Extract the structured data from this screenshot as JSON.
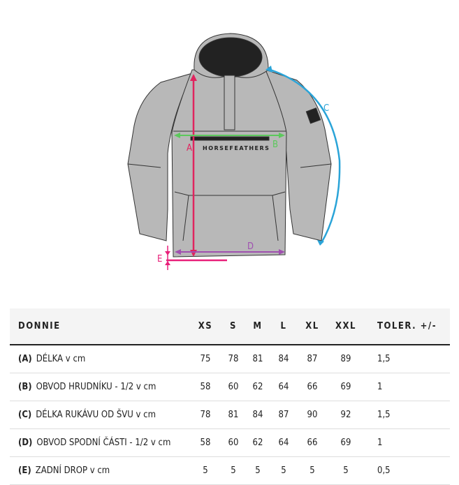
{
  "diagram": {
    "brand": "HORSEFEATHERS",
    "markers": {
      "a": "A",
      "b": "B",
      "c": "C",
      "d": "D",
      "e": "E"
    },
    "colors": {
      "a": "#e0245e",
      "b": "#5cc85c",
      "c": "#2aa4d8",
      "d": "#a050b0",
      "e": "#e8207a",
      "jacket": "#b8b8b8"
    }
  },
  "table": {
    "headers": [
      "DONNIE",
      "XS",
      "S",
      "M",
      "L",
      "XL",
      "XXL",
      "TOLER. +/-"
    ],
    "rows": [
      {
        "code": "(A)",
        "label": "DÉLKA v cm",
        "values": [
          "75",
          "78",
          "81",
          "84",
          "87",
          "89",
          "1,5"
        ]
      },
      {
        "code": "(B)",
        "label": "OBVOD HRUDNÍKU - 1/2 v cm",
        "values": [
          "58",
          "60",
          "62",
          "64",
          "66",
          "69",
          "1"
        ]
      },
      {
        "code": "(C)",
        "label": "DÉLKA RUKÁVU OD ŠVU v cm",
        "values": [
          "78",
          "81",
          "84",
          "87",
          "90",
          "92",
          "1,5"
        ]
      },
      {
        "code": "(D)",
        "label": "OBVOD SPODNÍ ČÁSTI - 1/2 v cm",
        "values": [
          "58",
          "60",
          "62",
          "64",
          "66",
          "69",
          "1"
        ]
      },
      {
        "code": "(E)",
        "label": "ZADNÍ DROP v cm",
        "values": [
          "5",
          "5",
          "5",
          "5",
          "5",
          "5",
          "0,5"
        ]
      }
    ]
  }
}
